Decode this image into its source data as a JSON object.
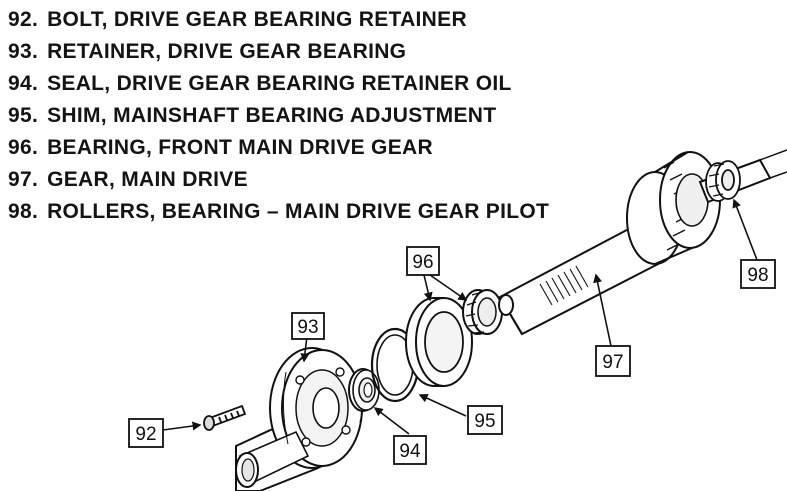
{
  "parts": [
    {
      "number": "92.",
      "description": "BOLT, DRIVE GEAR BEARING RETAINER"
    },
    {
      "number": "93.",
      "description": "RETAINER, DRIVE GEAR BEARING"
    },
    {
      "number": "94.",
      "description": "SEAL, DRIVE GEAR BEARING RETAINER OIL"
    },
    {
      "number": "95.",
      "description": "SHIM, MAINSHAFT BEARING ADJUSTMENT"
    },
    {
      "number": "96.",
      "description": "BEARING, FRONT MAIN DRIVE GEAR"
    },
    {
      "number": "97.",
      "description": "GEAR, MAIN DRIVE"
    },
    {
      "number": "98.",
      "description": "ROLLERS, BEARING – MAIN DRIVE GEAR PILOT"
    }
  ],
  "callouts": {
    "c92": "92",
    "c93": "93",
    "c94": "94",
    "c95": "95",
    "c96": "96",
    "c97": "97",
    "c98": "98"
  },
  "colors": {
    "ink": "#111111",
    "paper": "#ffffff"
  }
}
